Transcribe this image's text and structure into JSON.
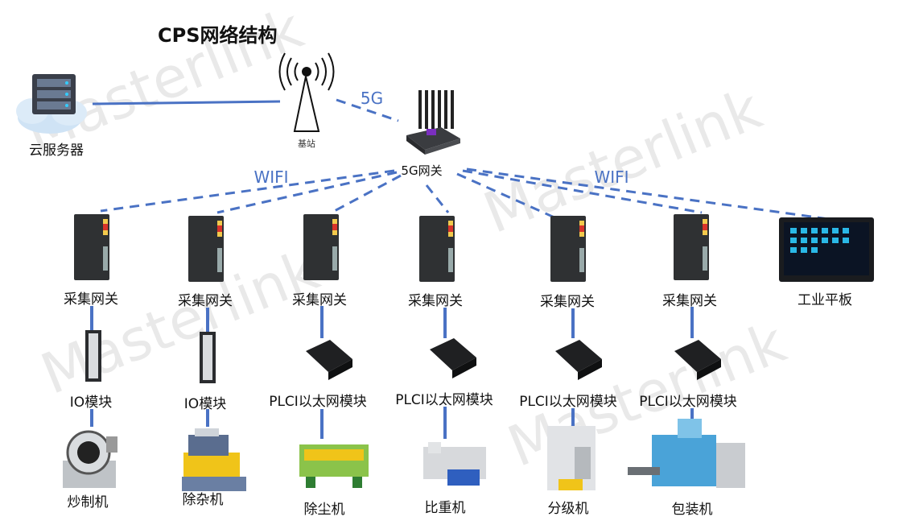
{
  "title": "CPS网络结构",
  "watermark": "Masterlink",
  "cloud_server": "云服务器",
  "base_station": "基站",
  "link_5g": "5G",
  "gateway_5g": "5G网关",
  "wifi_left": "WIFI",
  "wifi_right": "WIFI",
  "tablet": "工业平板",
  "columns": [
    {
      "gateway": "采集网关",
      "module": "IO模块",
      "machine": "炒制机"
    },
    {
      "gateway": "采集网关",
      "module": "IO模块",
      "machine": "除杂机"
    },
    {
      "gateway": "采集网关",
      "module": "PLCI以太网模块",
      "machine": "除尘机"
    },
    {
      "gateway": "采集网关",
      "module": "PLCI以太网模块",
      "machine": "比重机"
    },
    {
      "gateway": "采集网关",
      "module": "PLCI以太网模块",
      "machine": "分级机"
    },
    {
      "gateway": "采集网关",
      "module": "PLCI以太网模块",
      "machine": "包装机"
    }
  ],
  "colors": {
    "link": "#4a72c4",
    "device": "#2f3133",
    "accent": "#7b2fbf"
  }
}
